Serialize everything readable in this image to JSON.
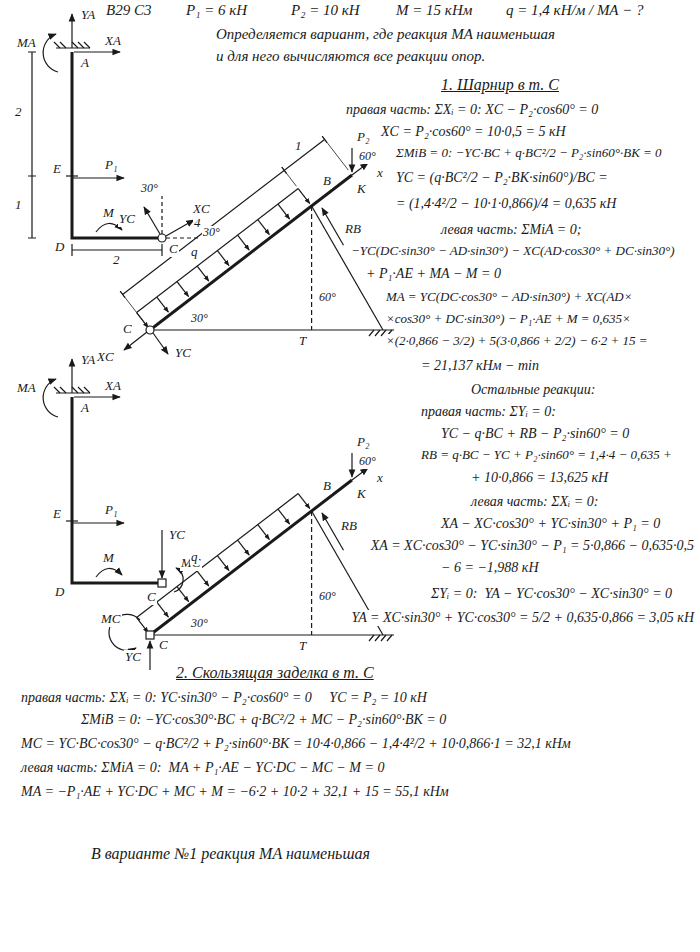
{
  "diagram": {
    "labels": [
      "В29 С3",
      "P₁ = 6 кН",
      "P₂ = 10 кН",
      "M = 15 кНм",
      "q = 1,4 кН/м / MA − ?",
      "Определяется вариант, где реакция MA наименьшая",
      "и для него вычисляются все реакции опор.",
      "1. Шарнир в т. C",
      "правая часть: ΣXᵢ = 0: XC − P₂·cos60° = 0",
      "XC = P₂·cos60° = 10·0,5 = 5 кН",
      "ΣMiB = 0: −YC·BC + q·BC²/2 − P₂·sin60°·BK = 0",
      "YC = (q·BC²/2 − P₂·BK·sin60°)/BC =",
      "= (1,4·4²/2 − 10·1·0,866)/4 = 0,635 кН",
      "левая часть: ΣMiA = 0;",
      "−YC(DC·sin30° − AD·sin30°) − XC(AD·cos30° + DC·sin30°)",
      "+ P₁·AE + MA − M = 0",
      "MA = YC(DC·cos30° − AD·sin30°) + XC(AD×",
      "×cos30° + DC·sin30°) − P₁·AE + M = 0,635×",
      "×(2·0,866 − 3/2) + 5(3·0,866 + 2/2) − 6·2 + 15 =",
      "= 21,137 кНм − min",
      "Остальные реакции:",
      "правая часть: ΣYᵢ = 0:",
      "YC − q·BC + RB − P₂·sin60° = 0",
      "RB = q·BC − YC + P₂·sin60° = 1,4·4 − 0,635 +",
      "+ 10·0,866 = 13,625 кН",
      "левая часть: ΣXᵢ = 0:",
      "XA − XC·cos30° + YC·sin30° + P₁ = 0",
      "XA = XC·cos30° − YC·sin30° − P₁ = 5·0,866 − 0,635·0,5",
      "− 6 = −1,988 кН",
      "ΣYᵢ = 0:  YA − YC·cos30° − XC·sin30° = 0",
      "YA = XC·sin30° + YC·cos30° = 5/2 + 0,635·0,866 = 3,05 кН",
      "2. Скользящая заделка в т. C",
      "правая часть: ΣXᵢ = 0: YC·sin30° − P₂·cos60° = 0     YC = P₂ = 10 кН",
      "ΣMiB = 0: −YC·cos30°·BC + q·BC²/2 + MC − P₂·sin60°·BK = 0",
      "MC = YC·BC·cos30° − q·BC²/2 + P₂·sin60°·BK = 10·4·0,866 − 1,4·4²/2 + 10·0,866·1 = 32,1 кНм",
      "левая часть: ΣMiA = 0:  MA + P₁·AE − YC·DC − MC − M = 0",
      "MA = −P₁·AE + YC·DC + MC + M = −6·2 + 10·2 + 32,1 + 15 = 55,1 кНм",
      "В варианте №1 реакция MA наименьшая",
      "MA",
      "YA",
      "XA",
      "A",
      "2",
      "1",
      "E",
      "P₁",
      "D",
      "M",
      "2",
      "C",
      "30°",
      "YC",
      "XC",
      "30°",
      "1",
      "P₂",
      "60°",
      "x",
      "4",
      "q",
      "B",
      "K",
      "RB",
      "C",
      "XC",
      "YC",
      "30°",
      "60°",
      "T",
      "MA",
      "YA",
      "XA",
      "A",
      "E",
      "P₁",
      "D",
      "M",
      "YC",
      "MC",
      "C",
      "B",
      "P₂",
      "60°",
      "x",
      "K",
      "q",
      "RB",
      "MC",
      "C",
      "YC",
      "30°",
      "60°",
      "T"
    ]
  }
}
